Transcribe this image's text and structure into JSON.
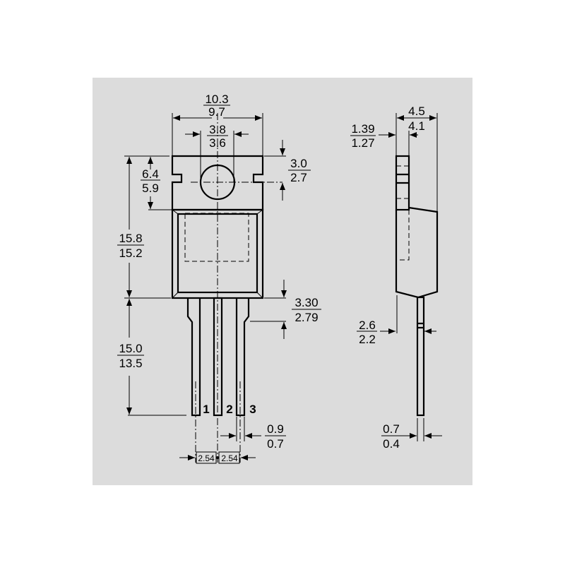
{
  "front_view": {
    "width": {
      "max": "10.3",
      "min": "9.7"
    },
    "hole_diameter": {
      "max": "3.8",
      "min": "3.6"
    },
    "hole_offset": {
      "max": "3.0",
      "min": "2.7"
    },
    "tab_height": {
      "max": "6.4",
      "min": "5.9"
    },
    "body_height": {
      "max": "15.8",
      "min": "15.2"
    },
    "lead_length": {
      "max": "15.0",
      "min": "13.5"
    },
    "lead_shoulder": {
      "max": "3.30",
      "min": "2.79"
    },
    "lead_width": {
      "max": "0.9",
      "min": "0.7"
    },
    "pitch": [
      "2.54",
      "2.54"
    ],
    "pins": [
      "1",
      "2",
      "3"
    ]
  },
  "side_view": {
    "thickness": {
      "max": "4.5",
      "min": "4.1"
    },
    "tab_thickness": {
      "max": "1.39",
      "min": "1.27"
    },
    "lead_offset": {
      "max": "2.6",
      "min": "2.2"
    },
    "lead_thickness": {
      "max": "0.7",
      "min": "0.4"
    }
  }
}
